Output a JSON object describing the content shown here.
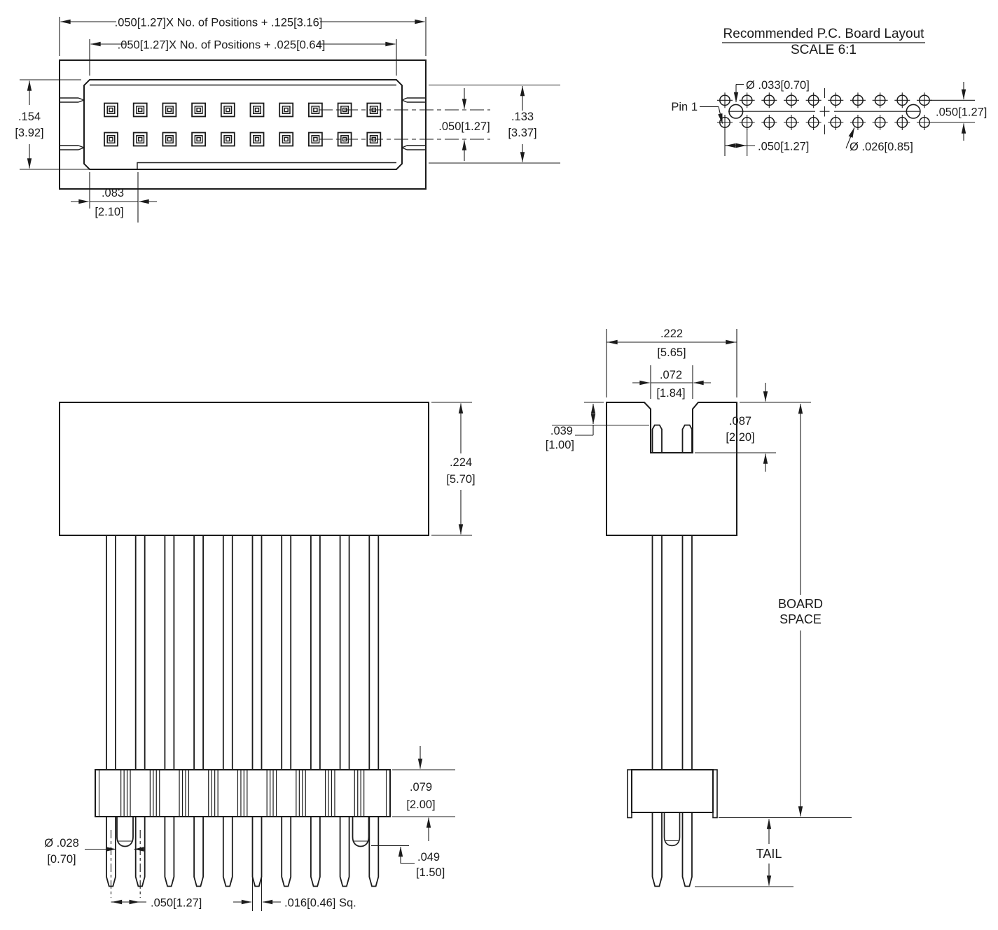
{
  "drawing": {
    "top_view": {
      "dim_overall_length": ".050[1.27]X No. of Positions + .125[3.16]",
      "dim_shroud_length": ".050[1.27]X No. of Positions + .025[0.64]",
      "dim_height_in": ".154",
      "dim_height_mm": "[3.92]",
      "dim_inner_height_in": ".133",
      "dim_inner_height_mm": "[3.37]",
      "dim_row_spacing": ".050[1.27]",
      "dim_key_offset_in": ".083",
      "dim_key_offset_mm": "[2.10]"
    },
    "pcb_layout": {
      "title": "Recommended P.C. Board Layout",
      "scale_note": "SCALE 6:1",
      "pin1_label": "Pin 1",
      "dim_hole_large": "Ø .033[0.70]",
      "dim_hole_small": "Ø .026[0.85]",
      "dim_col_pitch": ".050[1.27]",
      "dim_row_pitch": ".050[1.27]"
    },
    "front_view": {
      "dim_body_height_in": ".224",
      "dim_body_height_mm": "[5.70]",
      "dim_spacer_height_in": ".079",
      "dim_spacer_height_mm": "[2.00]",
      "dim_peg_length_in": ".049",
      "dim_peg_length_mm": "[1.50]",
      "dim_peg_dia_in": "Ø .028",
      "dim_peg_dia_mm": "[0.70]",
      "dim_pin_pitch": ".050[1.27]",
      "dim_pin_square": ".016[0.46] Sq."
    },
    "side_view": {
      "dim_width_in": ".222",
      "dim_width_mm": "[5.65]",
      "dim_slot_width_in": ".072",
      "dim_slot_width_mm": "[1.84]",
      "dim_pin_recess_in": ".039",
      "dim_pin_recess_mm": "[1.00]",
      "dim_slot_depth_in": ".087",
      "dim_slot_depth_mm": "[2.20]",
      "board_space_line1": "BOARD",
      "board_space_line2": "SPACE",
      "tail_label": "TAIL"
    }
  }
}
